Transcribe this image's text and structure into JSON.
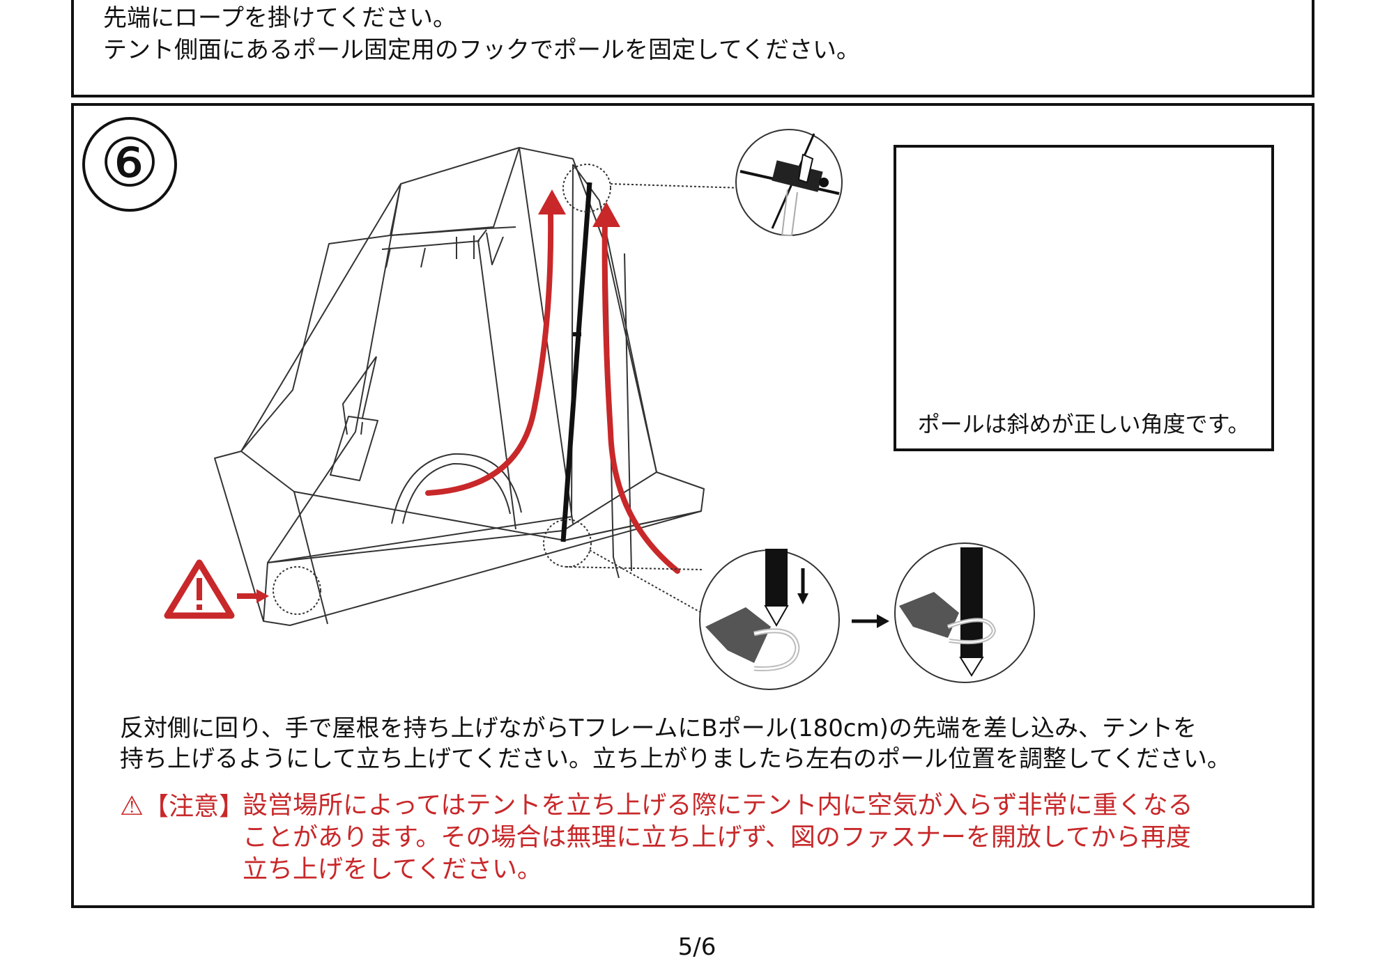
{
  "previous_step": {
    "line1": "先端にロープを掛けてください。",
    "line2": "テント側面にあるポール固定用のフックでポールを固定してください。"
  },
  "step": {
    "number": "⑥",
    "inset_caption": "ポールは斜めが正しい角度です。",
    "instruction_line1": "反対側に回り、手で屋根を持ち上げながらTフレームにBポール(180cm)の先端を差し込み、テントを",
    "instruction_line2": "持ち上げるようにして立ち上げてください。立ち上がりましたら左右のポール位置を調整してください。",
    "caution_label": "【注意】",
    "caution_line1": "設営場所によってはテントを立ち上げる際にテント内に空気が入らず非常に重くなる",
    "caution_line2": "ことがあります。その場合は無理に立ち上げず、図のファスナーを開放してから再度",
    "caution_line3": "立ち上げをしてください。"
  },
  "page_number": "5/6",
  "colors": {
    "accent_red": "#c8282a",
    "tent_gray": "#555555",
    "line": "#111111"
  }
}
